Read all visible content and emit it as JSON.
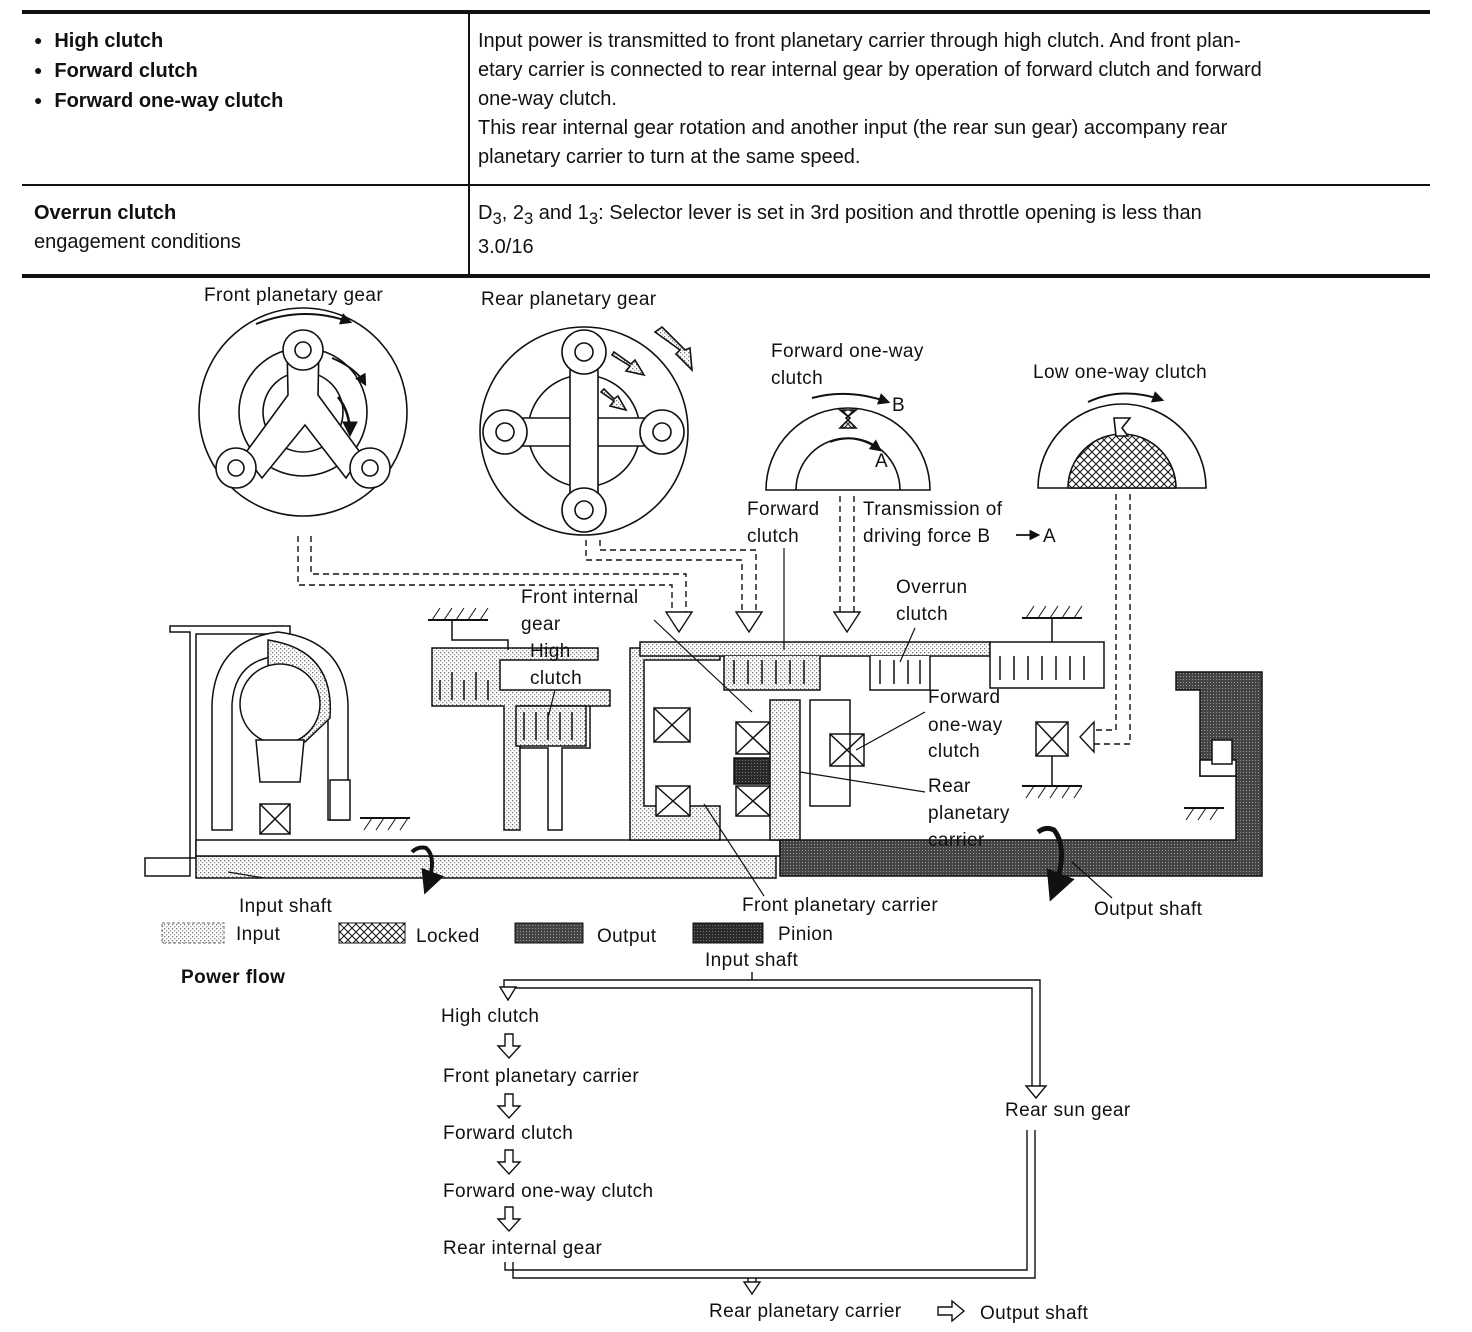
{
  "table": {
    "row1": {
      "left_items": [
        "High clutch",
        "Forward clutch",
        "Forward one-way clutch"
      ],
      "right_lines": [
        "Input power is transmitted to front planetary carrier through high clutch. And front plan-",
        "etary carrier is connected to rear internal gear by operation of forward clutch and forward",
        "one-way clutch.",
        "This rear internal gear rotation and another input (the rear sun gear) accompany rear",
        "planetary carrier to turn at the same speed."
      ]
    },
    "row2": {
      "left_title": "Overrun clutch",
      "left_sub": "engagement conditions",
      "right_line1": {
        "d": "D",
        "d_sub": "3",
        "sep1": ", 2",
        "two_sub": "3",
        "sep2": " and 1",
        "one_sub": "3",
        "rest": ": Selector lever is set in 3rd position and throttle opening is less than"
      },
      "right_line2": "3.0/16"
    }
  },
  "diagram": {
    "labels": {
      "front_planetary_gear": "Front planetary gear",
      "rear_planetary_gear": "Rear planetary gear",
      "forward_one_way_clutch": [
        "Forward one-way",
        "clutch"
      ],
      "low_one_way_clutch": "Low one-way clutch",
      "point_b": "B",
      "point_a": "A",
      "forward_clutch": [
        "Forward",
        "clutch"
      ],
      "transmission_of_driving_force": [
        "Transmission of",
        "driving force B"
      ],
      "transmission_to": "A",
      "front_internal_gear": [
        "Front internal",
        "gear"
      ],
      "high_clutch": [
        "High",
        "clutch"
      ],
      "overrun_clutch": [
        "Overrun",
        "clutch"
      ],
      "forward_one_way_clutch_2": [
        "Forward",
        "one-way",
        "clutch"
      ],
      "rear_planetary_carrier": [
        "Rear",
        "planetary",
        "carrier"
      ],
      "input_shaft": "Input shaft",
      "front_planetary_carrier": "Front planetary carrier",
      "output_shaft": "Output shaft"
    },
    "legend": [
      {
        "label": "Input",
        "pattern": "dots"
      },
      {
        "label": "Locked",
        "pattern": "crosshatch"
      },
      {
        "label": "Output",
        "pattern": "dark"
      },
      {
        "label": "Pinion",
        "pattern": "darker"
      }
    ]
  },
  "power_flow": {
    "title": "Power flow",
    "start": "Input shaft",
    "left_chain": [
      "High clutch",
      "Front planetary carrier",
      "Forward clutch",
      "Forward one-way clutch",
      "Rear internal gear"
    ],
    "right_branch": "Rear sun gear",
    "end": "Rear planetary carrier",
    "final": "Output shaft"
  }
}
